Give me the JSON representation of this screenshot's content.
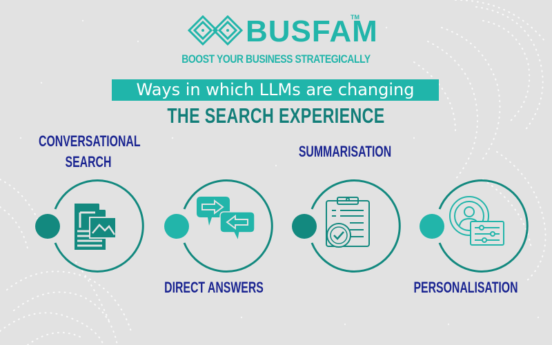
{
  "brand": {
    "name": "BUSFAM",
    "trademark": "TM",
    "tagline": "BOOST YOUR BUSINESS STRATEGICALLY",
    "color": "#22b5aa"
  },
  "header": {
    "banner_text": "Ways in which LLMs are changing",
    "subtitle": "THE SEARCH EXPERIENCE",
    "banner_color": "#20b5aa",
    "subtitle_color": "#127e79"
  },
  "items": [
    {
      "label_line1": "CONVERSATIONAL",
      "label_line2": "SEARCH",
      "icon": "document-image-icon",
      "dot_color": "#13897f"
    },
    {
      "label_line1": "DIRECT ANSWERS",
      "label_line2": "",
      "icon": "chat-arrows-icon",
      "dot_color": "#22b5aa"
    },
    {
      "label_line1": "SUMMARISATION",
      "label_line2": "",
      "icon": "clipboard-check-icon",
      "dot_color": "#13897f"
    },
    {
      "label_line1": "PERSONALISATION",
      "label_line2": "",
      "icon": "user-settings-icon",
      "dot_color": "#22b5aa"
    }
  ],
  "colors": {
    "label": "#1b2591",
    "ring": "#13897f",
    "background": "#e2e2e2"
  }
}
